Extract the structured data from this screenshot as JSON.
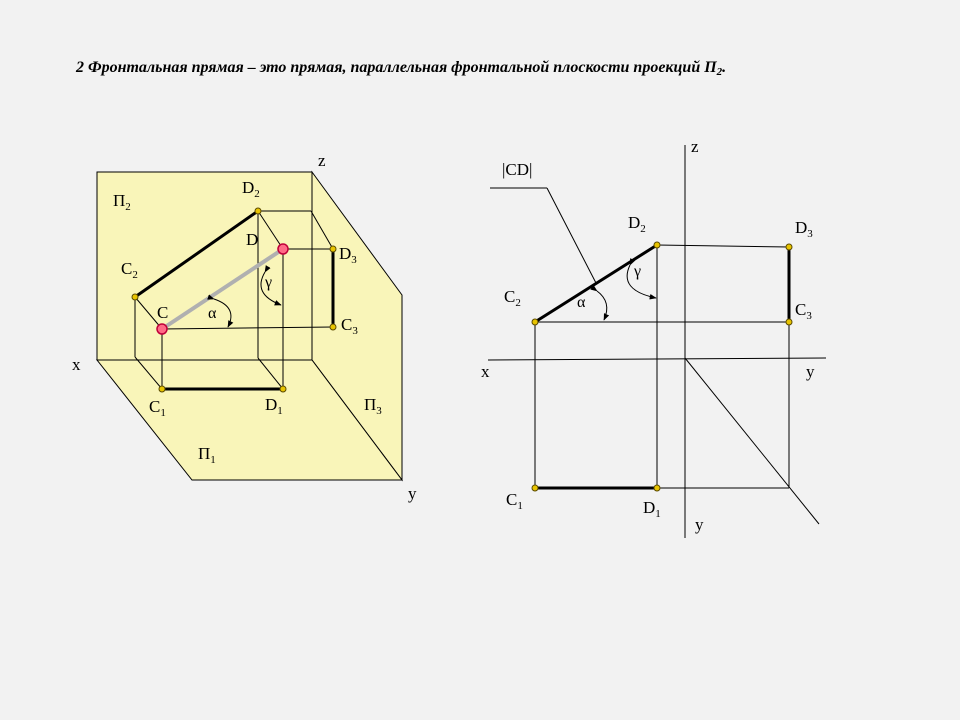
{
  "heading": {
    "text": "2 Фронтальная прямая – это прямая, параллельная фронтальной плоскости проекций П",
    "sub": "2",
    "suffix": "."
  },
  "colors": {
    "plane_fill": "#f9f5b9",
    "line": "#000000",
    "point_fill": "#e8c400",
    "point_stroke": "#5a4a00",
    "space_point_fill": "#ff6a86",
    "space_point_stroke": "#c0003a",
    "true_line": "#b0b0b0"
  },
  "left": {
    "pi2": {
      "base": "П",
      "sub": "2"
    },
    "pi1": {
      "base": "П",
      "sub": "1"
    },
    "pi3": {
      "base": "П",
      "sub": "3"
    },
    "x": "x",
    "y": "y",
    "z": "z",
    "C2": {
      "base": "C",
      "sub": "2"
    },
    "D2": {
      "base": "D",
      "sub": "2"
    },
    "C": {
      "base": "C"
    },
    "D": {
      "base": "D"
    },
    "D3": {
      "base": "D",
      "sub": "3"
    },
    "C3": {
      "base": "C",
      "sub": "3"
    },
    "C1": {
      "base": "C",
      "sub": "1"
    },
    "D1": {
      "base": "D",
      "sub": "1"
    },
    "alpha": "α",
    "gamma": "γ"
  },
  "right": {
    "cd": "|CD|",
    "x": "x",
    "y1": "y",
    "y2": "y",
    "z": "z",
    "C2": {
      "base": "C",
      "sub": "2"
    },
    "D2": {
      "base": "D",
      "sub": "2"
    },
    "D3": {
      "base": "D",
      "sub": "3"
    },
    "C3": {
      "base": "C",
      "sub": "3"
    },
    "C1": {
      "base": "C",
      "sub": "1"
    },
    "D1": {
      "base": "D",
      "sub": "1"
    },
    "alpha": "α",
    "gamma": "γ"
  }
}
